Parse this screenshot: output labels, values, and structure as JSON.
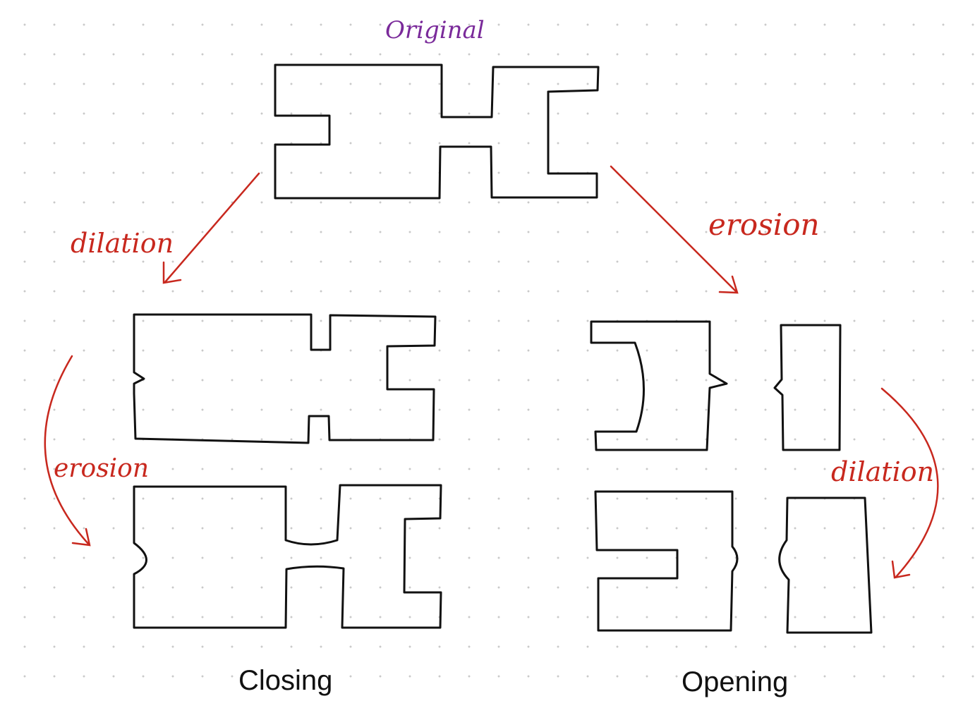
{
  "labels": {
    "original": "Original",
    "dilation_left": "dilation",
    "erosion_right": "erosion",
    "erosion_left": "erosion",
    "dilation_right": "dilation",
    "closing": "Closing",
    "opening": "Opening"
  },
  "colors": {
    "outline": "#111111",
    "arrow": "#c8281e",
    "original_label": "#7a2a9a",
    "grid_dot": "#c9c9c9",
    "background": "#ffffff"
  }
}
